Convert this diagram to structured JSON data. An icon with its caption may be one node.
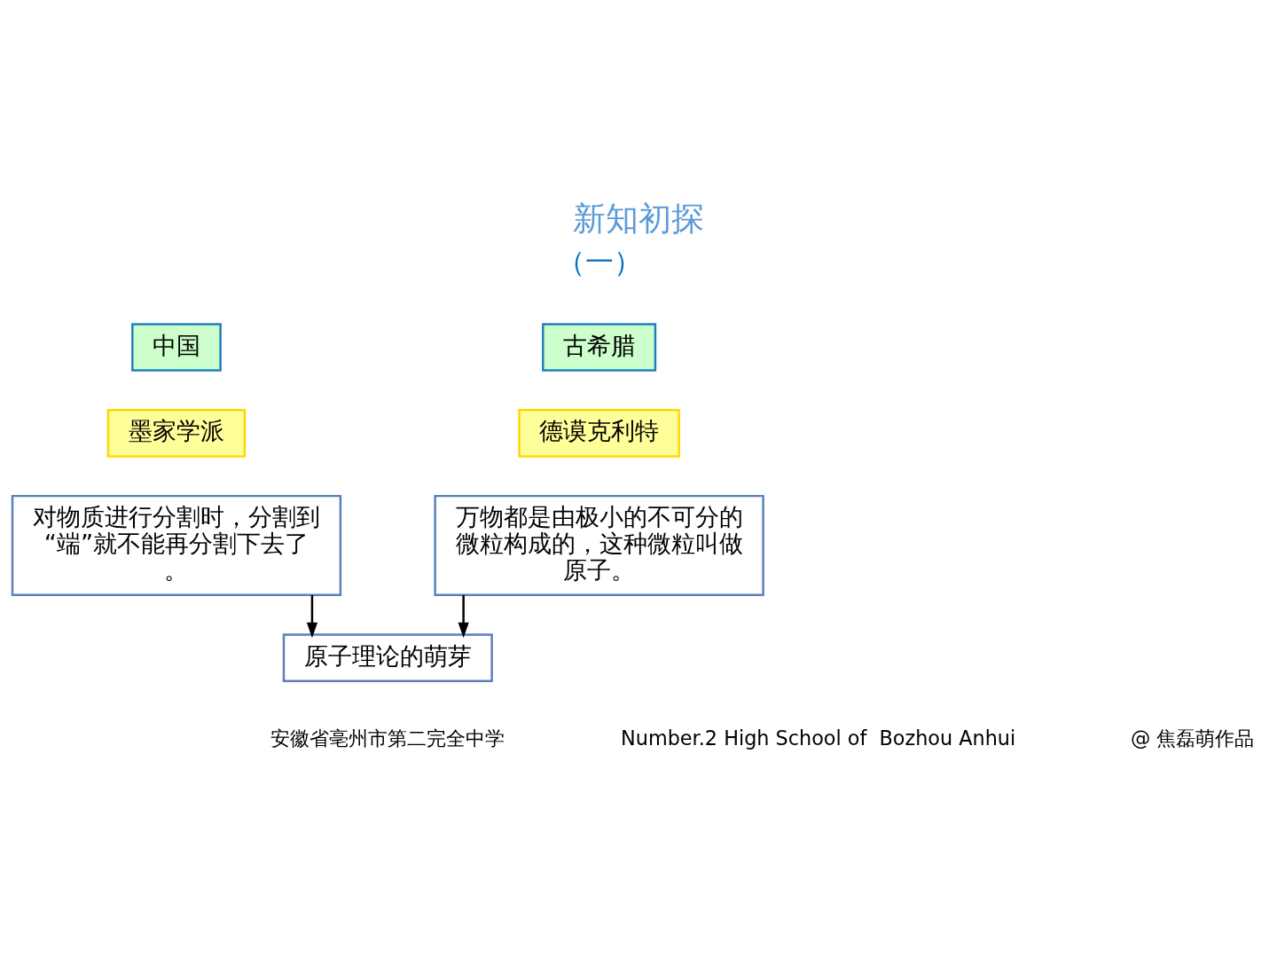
{
  "diagram": {
    "title": "新知初探",
    "nodes": [
      {
        "text": [
          "古希腊"
        ]
      },
      {
        "text": [
          "德谟克利特"
        ]
      },
      {
        "text": [
          "万物都是由极小的不可分的微粒构成的，这种微粒叫做原子。"
        ]
      },
      {
        "text": [
          "中国"
        ]
      },
      {
        "text": [
          "墨家学派"
        ]
      },
      {
        "text": [
          "对物质进行分割时，分割到“端”就不能再分割下去了。"
        ]
      },
      {
        "text": [
          "原子理论的萌芽"
        ]
      }
    ],
    "edges": [
      {
        "from": 2,
        "to": 6,
        "arrow": "to"
      },
      {
        "from": 5,
        "to": 6,
        "arrow": "to"
      }
    ],
    "labels": [
      "（一）",
      "安徽省亳州市第二完全中学",
      "Number.2 High School of  Bozhou Anhui",
      "@ 焦磊萌作品"
    ]
  }
}
